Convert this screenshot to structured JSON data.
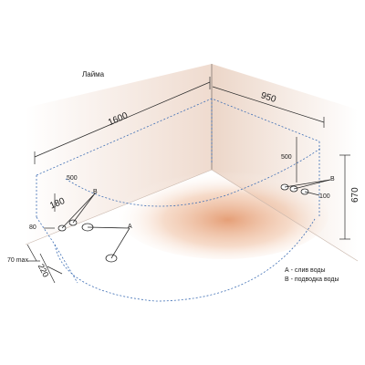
{
  "model": "Лайма",
  "dimensions": {
    "length": "1600",
    "width": "950",
    "height": "670",
    "left_wall_height": "500",
    "right_wall_height": "500",
    "outlet_spacing": "180",
    "left_offset": "80",
    "drain_offset": "220",
    "max_depth": "70 max",
    "right_spacing": "100"
  },
  "markers": {
    "a": "A",
    "b_left": "B",
    "b_right": "B"
  },
  "legend": [
    "А - слив воды",
    "В - подводка воды"
  ],
  "colors": {
    "wall": "#f0e0d6",
    "floor_glow": "#e8a37a",
    "dashed": "#3f6fb5",
    "line": "#2a2a2a"
  }
}
